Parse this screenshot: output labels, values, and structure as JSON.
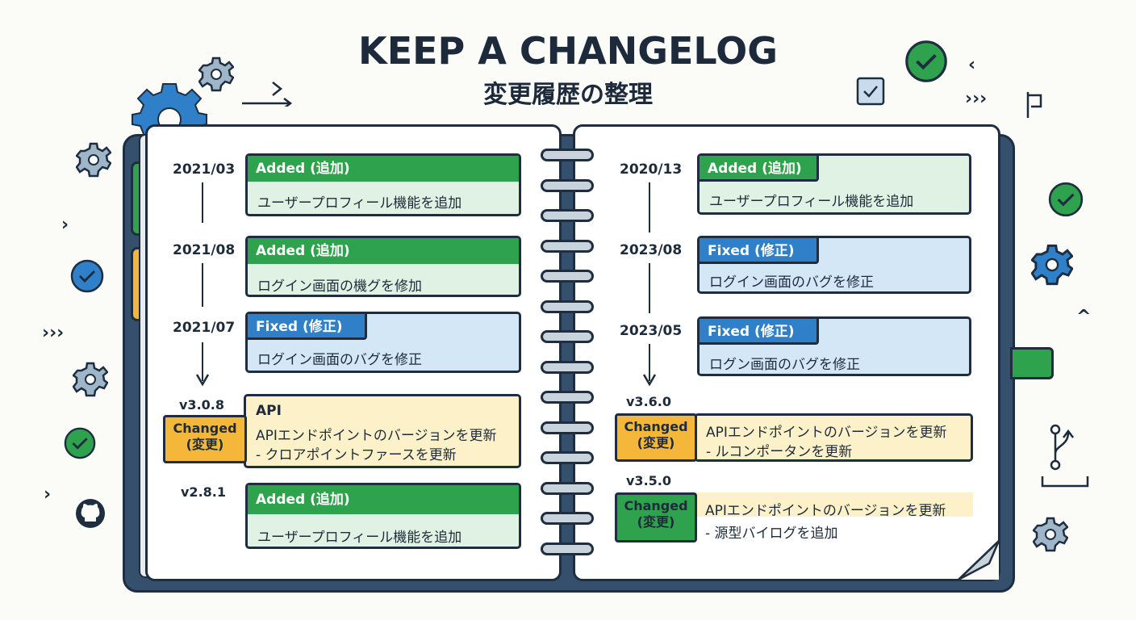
{
  "header": {
    "title": "KEEP A CHANGELOG",
    "subtitle": "変更履歴の整理"
  },
  "colors": {
    "added": "#2fa24d",
    "fixed": "#2f80c9",
    "changed": "#f4b73a",
    "outline": "#1e2e40",
    "binder": "#35506d"
  },
  "left_page": {
    "entries": [
      {
        "date": "2021/03",
        "type": "Added (追加)",
        "text": "ユーザープロフィール機能を追加"
      },
      {
        "date": "2021/08",
        "type": "Added (追加)",
        "text": "ログイン画面の機グを修加"
      },
      {
        "date": "2021/07",
        "type": "Fixed (修正)",
        "text": "ログイン画面のバグを修正"
      }
    ],
    "changed": {
      "version": "v3.0.8",
      "label_line1": "Changed",
      "label_line2": "(変更)",
      "lines": [
        "API",
        "APIエンドポイントのバージョンを更新",
        "- クロアポイントファースを更新"
      ]
    },
    "last": {
      "version": "v2.8.1",
      "type": "Added (追加)",
      "text": "ユーザープロフィール機能を追加"
    }
  },
  "right_page": {
    "entries": [
      {
        "date": "2020/13",
        "type": "Added (追加)",
        "text": "ユーザープロフィール機能を追加"
      },
      {
        "date": "2023/08",
        "type": "Fixed (修正)",
        "text": "ログイン画面のバグを修正"
      },
      {
        "date": "2023/05",
        "type": "Fixed (修正)",
        "text": "ログン画面のバグを修正"
      }
    ],
    "changed1": {
      "version": "v3.6.0",
      "label_line1": "Changed",
      "label_line2": "(変更)",
      "lines": [
        "APIエンドポイントのバージョンを更新",
        "- ルコンポータンを更新"
      ]
    },
    "changed2": {
      "version": "v3.5.0",
      "label_line1": "Changed",
      "label_line2": "(変更)",
      "lines": [
        "APIエンドポイントのバージョンを更新",
        "- 源型バイログを追加"
      ]
    }
  },
  "icons": [
    "gear-icon",
    "check-icon",
    "checkbox-icon",
    "arrow-right-icon",
    "chevron-icon",
    "github-icon",
    "branch-icon"
  ]
}
